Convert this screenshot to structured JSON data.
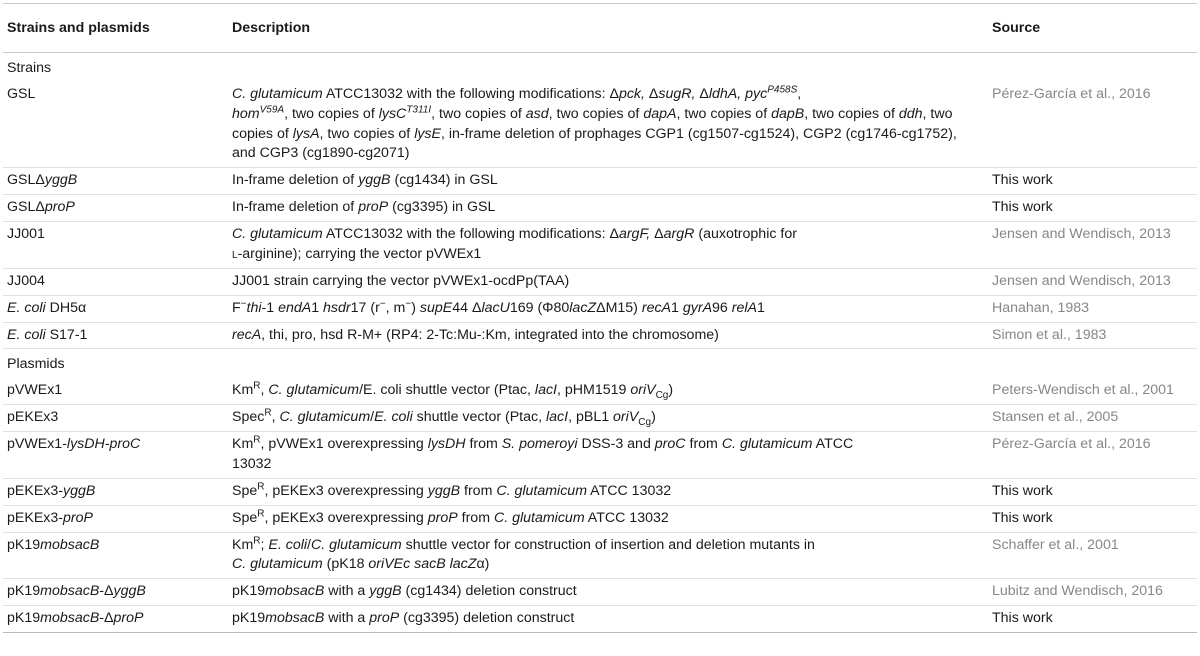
{
  "header": {
    "col1": "Strains and plasmids",
    "col2": "Description",
    "col3": "Source"
  },
  "sections": {
    "strains": "Strains",
    "plasmids": "Plasmids"
  },
  "rows": {
    "gsl": {
      "name": "GSL",
      "source": "Pérez-García et al., 2016"
    },
    "gsl_yggb": {
      "source": "This work"
    },
    "gsl_prop": {
      "source": "This work"
    },
    "jj001": {
      "name": "JJ001",
      "source": "Jensen and Wendisch, 2013"
    },
    "jj004": {
      "name": "JJ004",
      "desc": "JJ001 strain carrying the vector pVWEx1-ocdPp(TAA)",
      "source": "Jensen and Wendisch, 2013"
    },
    "dh5a": {
      "source": "Hanahan, 1983"
    },
    "s17": {
      "desc": ", thi, pro, hsd R-M+ (RP4: 2-Tc:Mu-:Km, integrated into the chromosome)",
      "source": "Simon et al., 1983"
    },
    "pvwex1": {
      "name": "pVWEx1",
      "source": "Peters-Wendisch et al., 2001"
    },
    "pekex3": {
      "name": "pEKEx3",
      "source": "Stansen et al., 2005"
    },
    "pvwex1_lys": {
      "source": "Pérez-García et al., 2016"
    },
    "pekex3_yggb": {
      "source": "This work"
    },
    "pekex3_prop": {
      "source": "This work"
    },
    "pk19": {
      "source": "Schaffer et al., 2001"
    },
    "pk19_yggb": {
      "source": "Lubitz and Wendisch, 2016"
    },
    "pk19_prop": {
      "source": "This work"
    }
  }
}
